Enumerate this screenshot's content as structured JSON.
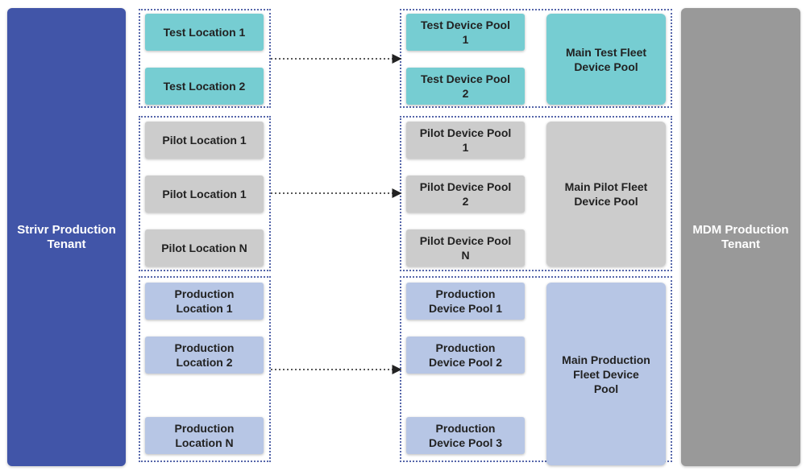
{
  "left_tenant": "Strivr Production\nTenant",
  "right_tenant": "MDM Production\nTenant",
  "test": {
    "locations": [
      "Test Location 1",
      "Test Location 2"
    ],
    "pools": [
      "Test Device Pool\n1",
      "Test Device Pool\n2"
    ],
    "main": "Main Test Fleet\nDevice Pool"
  },
  "pilot": {
    "locations": [
      "Pilot Location 1",
      "Pilot Location 1",
      "Pilot Location N"
    ],
    "pools": [
      "Pilot Device Pool\n1",
      "Pilot Device Pool\n2",
      "Pilot Device Pool\nN"
    ],
    "main": "Main Pilot Fleet\nDevice Pool"
  },
  "production": {
    "locations": [
      "Production\nLocation 1",
      "Production\nLocation 2",
      "Production\nLocation N"
    ],
    "pools": [
      "Production\nDevice Pool 1",
      "Production\nDevice Pool 2",
      "Production\nDevice Pool 3"
    ],
    "main": "Main Production\nFleet Device\nPool"
  },
  "colors": {
    "left_tenant": "#4155a8",
    "right_tenant": "#999999",
    "test": "#76cdd2",
    "pilot": "#cccccc",
    "production": "#b7c6e5",
    "dotted_border": "#5566aa"
  }
}
